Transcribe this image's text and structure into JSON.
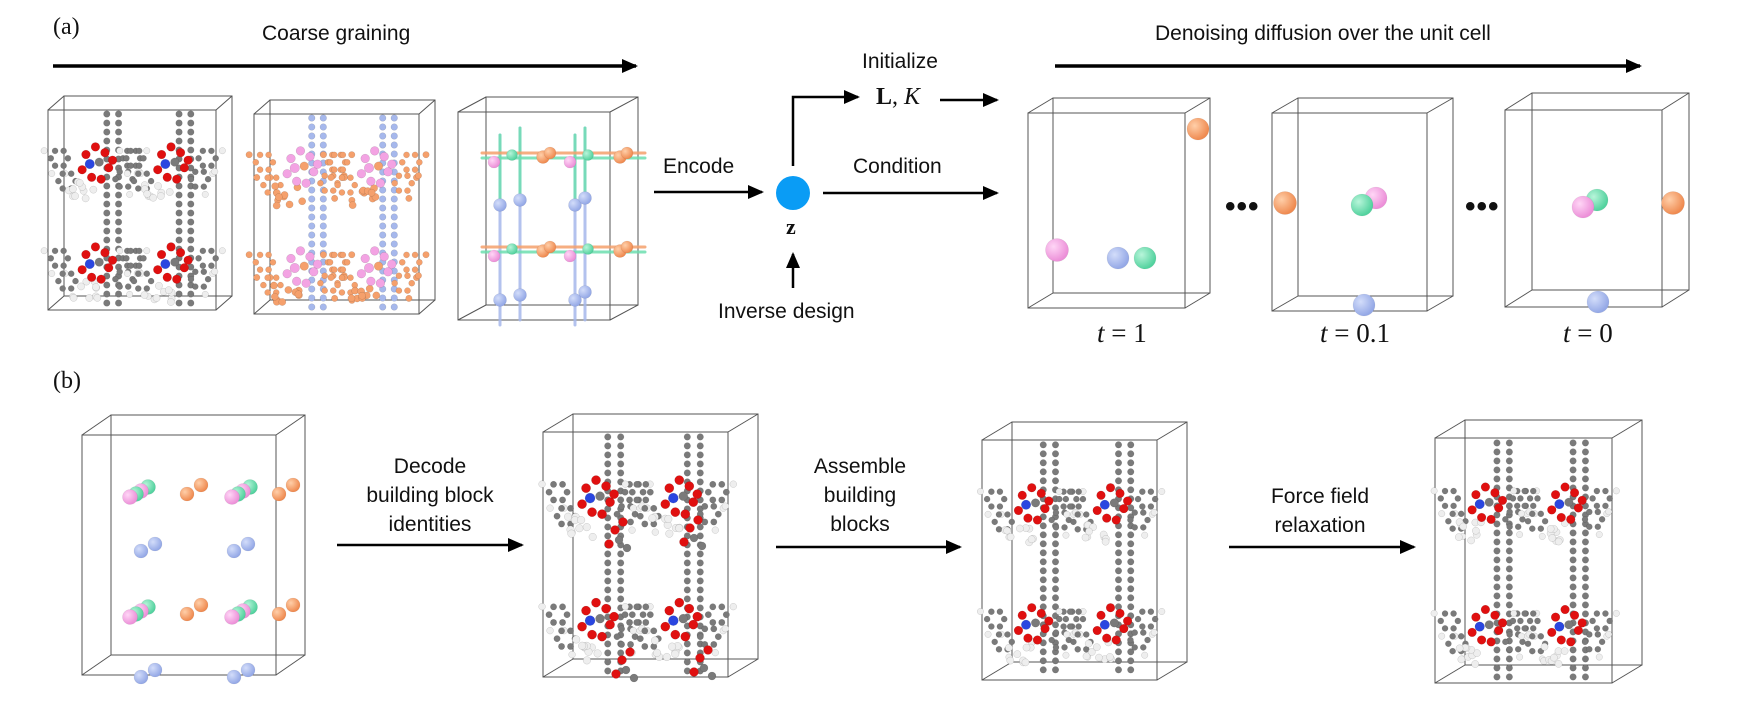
{
  "figure": {
    "panel_a": {
      "label": "(a)",
      "coarse_graining_label": "Coarse graining",
      "encode_label": "Encode",
      "latent_symbol": "z",
      "initialize_label": "Initialize",
      "lattice_symbol_bold": "L",
      "lattice_sep": ", ",
      "lattice_symbol_italic": "K",
      "condition_label": "Condition",
      "inverse_design_label": "Inverse design",
      "diffusion_label": "Denoising diffusion over the unit cell",
      "ellipsis": "•••",
      "timesteps": [
        {
          "var": "t",
          "eq": " = 1"
        },
        {
          "var": "t",
          "eq": " = 0.1"
        },
        {
          "var": "t",
          "eq": " = 0"
        }
      ],
      "structures": [
        "all-atom-mof",
        "building-block-colored-mof",
        "coarse-grained-graph"
      ]
    },
    "panel_b": {
      "label": "(b)",
      "step1_lines": [
        "Decode",
        "building block",
        "identities"
      ],
      "step2_lines": [
        "Assemble",
        "building",
        "blocks"
      ],
      "step3_lines": [
        "Force field",
        "relaxation"
      ],
      "structures": [
        "coarse-grained-cell",
        "decoded-building-blocks",
        "assembled-mof",
        "relaxed-mof"
      ]
    },
    "colors": {
      "latent_node": "#0a9cf5",
      "building_block_pink": "#f3a3e3",
      "building_block_blue": "#a6b8ec",
      "building_block_green": "#6ddfb0",
      "building_block_orange": "#f5a06c",
      "atom_carbon": "#7a7a7a",
      "atom_oxygen": "#e01010",
      "atom_hydrogen": "#eeeeee",
      "atom_metal": "#2a46e0",
      "cell_edge": "#555555",
      "arrow": "#000000"
    }
  }
}
